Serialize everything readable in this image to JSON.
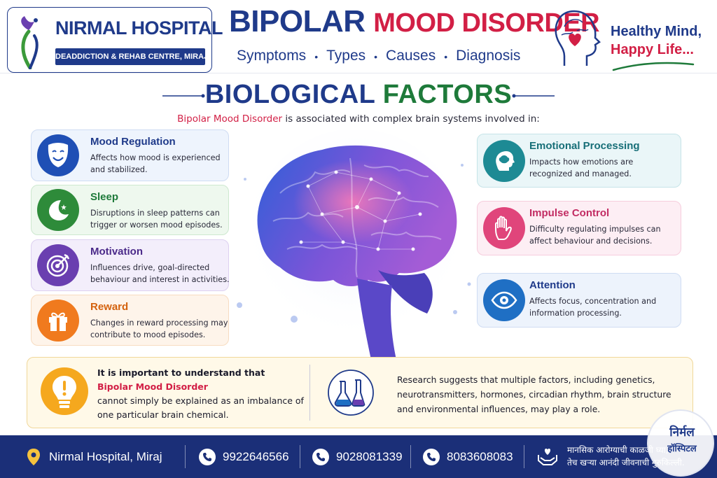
{
  "header": {
    "hospital_name": "NIRMAL HOSPITAL",
    "hospital_tagline": "DEADDICTION & REHAB CENTRE, MIRAJ",
    "title_part1": "BIPOLAR",
    "title_part2": "MOOD DISORDER",
    "subtitle_items": [
      "Symptoms",
      "Types",
      "Causes",
      "Diagnosis"
    ],
    "slogan_line1": "Healthy Mind,",
    "slogan_line2": "Happy Life..."
  },
  "section": {
    "title_part1": "BIOLOGICAL",
    "title_part2": "FACTORS",
    "intro_highlight": "Bipolar Mood Disorder",
    "intro_rest": " is associated with complex brain systems involved in:"
  },
  "left_cards": [
    {
      "title": "Mood Regulation",
      "desc": "Affects how mood is experienced and stabilized.",
      "icon": "mask-icon",
      "color": "#1f4fb5"
    },
    {
      "title": "Sleep",
      "desc": "Disruptions in sleep patterns can trigger or worsen mood episodes.",
      "icon": "moon-icon",
      "color": "#2e8b3a"
    },
    {
      "title": "Motivation",
      "desc": "Influences drive, goal-directed behaviour and interest in activities.",
      "icon": "target-icon",
      "color": "#6a3fb0"
    },
    {
      "title": "Reward",
      "desc": "Changes in reward processing may contribute to mood episodes.",
      "icon": "gift-icon",
      "color": "#f07a1e"
    }
  ],
  "right_cards": [
    {
      "title": "Emotional Processing",
      "desc": "Impacts how emotions are recognized and managed.",
      "icon": "brain-head-icon",
      "color": "#1d8a94"
    },
    {
      "title": "Impulse Control",
      "desc": "Difficulty regulating impulses can affect behaviour and decisions.",
      "icon": "hand-icon",
      "color": "#e0457b"
    },
    {
      "title": "Attention",
      "desc": "Affects focus, concentration and information processing.",
      "icon": "eye-icon",
      "color": "#1f6fc4"
    }
  ],
  "note": {
    "line1": "It is important to understand that",
    "highlight": "Bipolar Mood Disorder",
    "line3": "cannot simply be explained as an imbalance of one particular brain chemical.",
    "research": "Research suggests that multiple factors, including genetics, neurotransmitters, hormones, circadian rhythm, brain structure and environmental influences, may play a role."
  },
  "footer": {
    "location": "Nirmal Hospital, Miraj",
    "phones": [
      "9922646566",
      "9028081339",
      "8083608083"
    ],
    "marathi_line1": "मानसिक आरोग्याची काळजी घ्या,",
    "marathi_line2": "तेच खऱ्या आनंदी जीवनाची गुरुकिल्ली.",
    "logo_line1": "निर्मल",
    "logo_line2": "हॉस्पिटल"
  },
  "colors": {
    "navy": "#1f3a8a",
    "red": "#d21f45",
    "green": "#1e7a3a",
    "footer": "#1b2f78"
  }
}
